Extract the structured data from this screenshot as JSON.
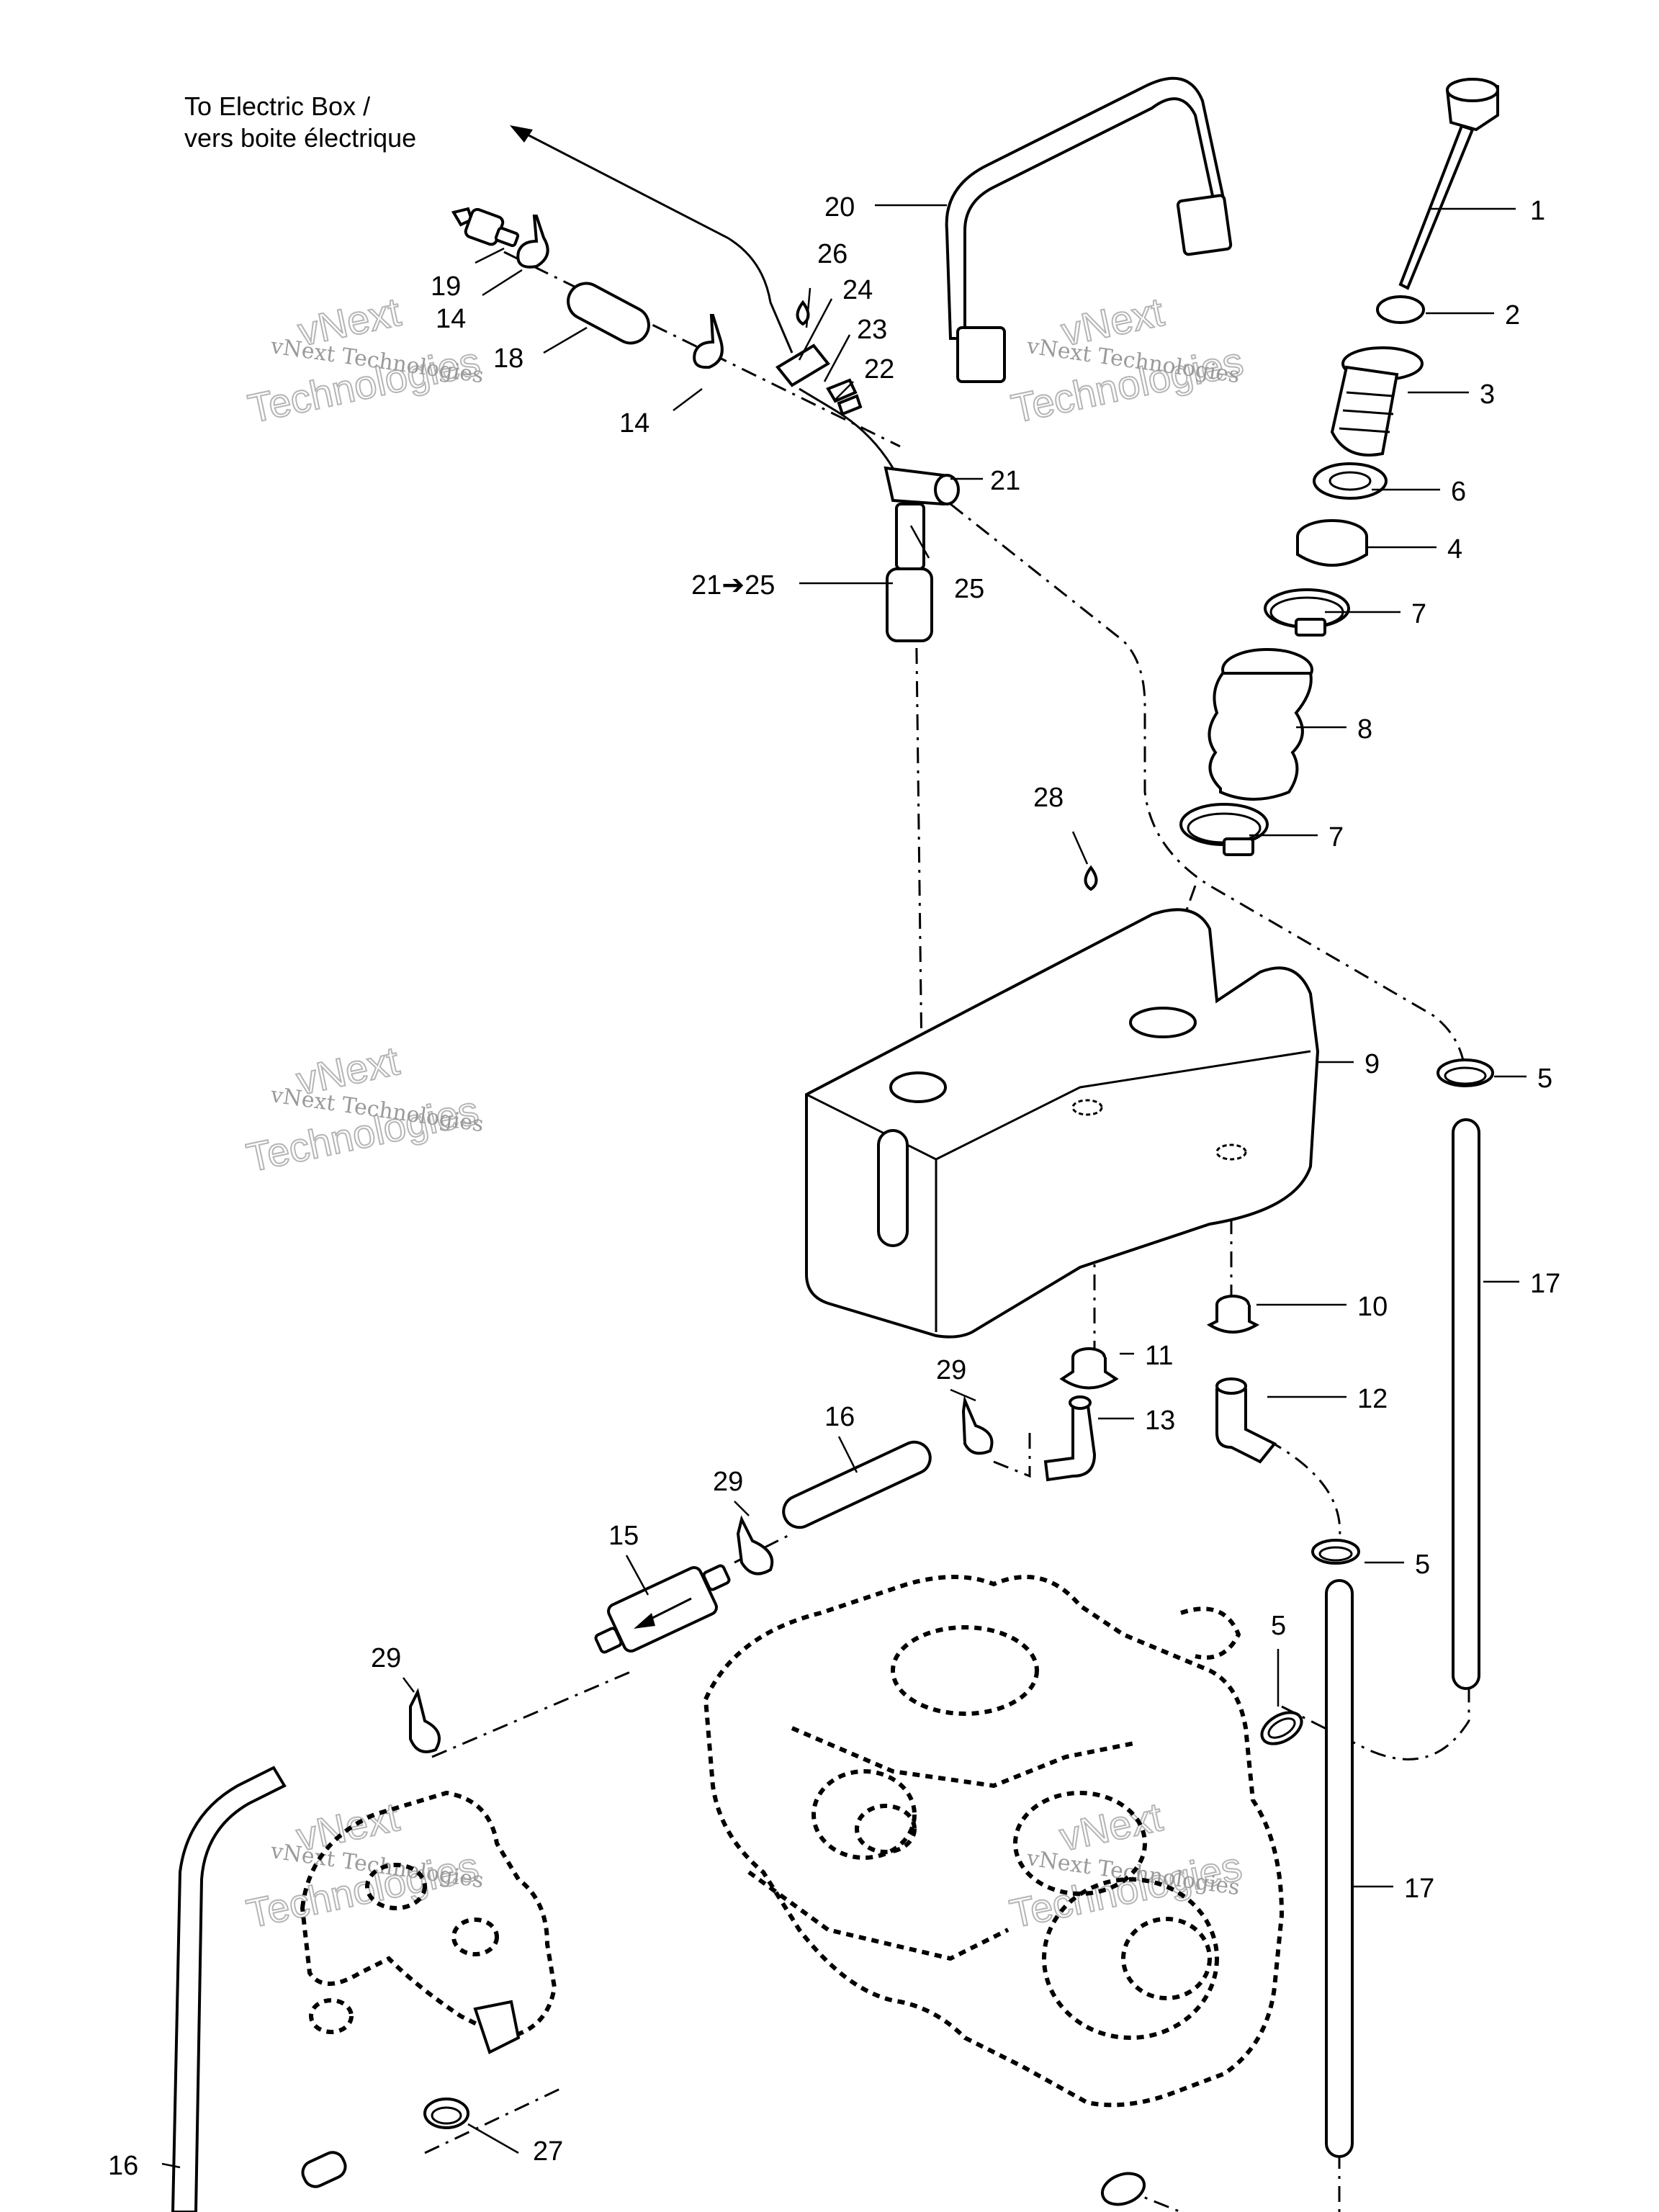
{
  "header": {
    "line1": "To Electric Box /",
    "line2": "vers boite électrique"
  },
  "watermark": {
    "line1": "vNext",
    "line2": "vNext Technologies",
    "line3": "Technologies"
  },
  "callouts": {
    "c1": "1",
    "c2": "2",
    "c3": "3",
    "c4": "4",
    "c5a": "5",
    "c5b": "5",
    "c5c": "5",
    "c6": "6",
    "c7a": "7",
    "c7b": "7",
    "c8": "8",
    "c9": "9",
    "c10": "10",
    "c11": "11",
    "c12": "12",
    "c13": "13",
    "c14a": "14",
    "c14b": "14",
    "c15": "15",
    "c16a": "16",
    "c16b": "16",
    "c17a": "17",
    "c17b": "17",
    "c18": "18",
    "c19": "19",
    "c20": "20",
    "c21": "21",
    "c21to25": "21➔25",
    "c22": "22",
    "c23": "23",
    "c24": "24",
    "c25": "25",
    "c26": "26",
    "c27": "27",
    "c28": "28",
    "c29a": "29",
    "c29b": "29",
    "c29c": "29"
  }
}
